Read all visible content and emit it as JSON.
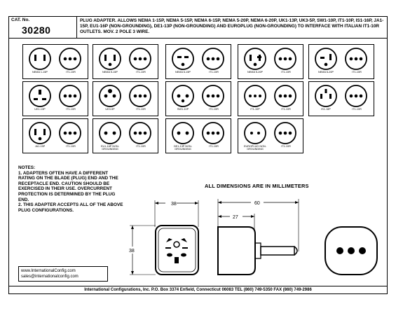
{
  "header": {
    "cat_label": "CAT. No.",
    "cat_number": "30280",
    "description": "PLUG ADAPTER. ALLOWS NEMA 1-15P, NEMA 5-15P, NEMA 6-15P, NEMA 5-20P, NEMA 6-20P, UK1-13P, UK3-5P, SW1-10P, IT1-10P, IS1-16P, JA1-15P, EU1-16P (NON-GROUNDING), DE1-13P (NON-GROUNDING) AND EUROPLUG (NON-GROUNDING) TO INTERFACE WITH ITALIAN IT1-10R OUTLETS. MOV. 2 POLE 3 WIRE."
  },
  "adapters": [
    {
      "plug_label": "NEMA 1-15P",
      "outlet_label": "IT1-10R"
    },
    {
      "plug_label": "NEMA 5-15P",
      "outlet_label": "IT1-10R"
    },
    {
      "plug_label": "NEMA 6-15P",
      "outlet_label": "IT1-10R"
    },
    {
      "plug_label": "NEMA 5-20P",
      "outlet_label": "IT1-10R"
    },
    {
      "plug_label": "NEMA 6-20P",
      "outlet_label": "IT1-10R"
    },
    {
      "plug_label": "UK1-13P",
      "outlet_label": "IT1-10R"
    },
    {
      "plug_label": "UK3-5P",
      "outlet_label": "IT1-10R"
    },
    {
      "plug_label": "SW1-10P",
      "outlet_label": "IT1-10R"
    },
    {
      "plug_label": "IT1-10P",
      "outlet_label": "IT1-10R"
    },
    {
      "plug_label": "IS1-16P",
      "outlet_label": "IT1-10R"
    },
    {
      "plug_label": "JA1-15P",
      "outlet_label": "IT1-10R"
    },
    {
      "plug_label": "EU1-16P NON-GROUNDING",
      "outlet_label": "IT1-10R"
    },
    {
      "plug_label": "DE1-13P NON-GROUNDING",
      "outlet_label": "IT1-10R"
    },
    {
      "plug_label": "EUROPLUG NON-GROUNDING",
      "outlet_label": "IT1-10R"
    }
  ],
  "notes": {
    "title": "NOTES:",
    "items": [
      "1. ADAPTERS OFTEN HAVE A DIFFERENT RATING ON THE BLADE (PLUG) END AND THE RECEPTACLE END. CAUTION SHOULD BE EXERCISED IN THEIR USE. OVERCURRENT PROTECTION IS DETERMINED BY THE PLUG END.",
      "2. THIS ADAPTER ACCEPTS ALL OF THE ABOVE PLUG CONFIGURATIONS."
    ]
  },
  "contact": {
    "website": "www.InternationalConfig.com",
    "email": "sales@internationalconfig.com"
  },
  "dimensions": {
    "title": "ALL DIMENSIONS ARE IN MILLIMETERS",
    "width": "38",
    "height": "38",
    "depth_total": "60",
    "depth_body": "27"
  },
  "footer": "International Configurations, Inc.  P.O. Box 3374  Enfield, Connecticut 06083  TEL (860) 749-5350  FAX (860) 749-2986"
}
